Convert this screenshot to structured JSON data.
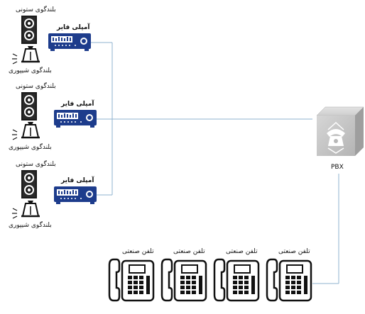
{
  "groups": [
    {
      "column_speaker_label": "بلندگوی ستونی",
      "horn_speaker_label": "بلندگوی شیپوری",
      "amplifier_label": "آمپلی فایر"
    },
    {
      "column_speaker_label": "بلندگوی ستونی",
      "horn_speaker_label": "بلندگوی شیپوری",
      "amplifier_label": "آمپلی فایر"
    },
    {
      "column_speaker_label": "بلندگوی ستونی",
      "horn_speaker_label": "بلندگوی شیپوری",
      "amplifier_label": "آمپلی فایر"
    }
  ],
  "pbx": {
    "label": "PBX"
  },
  "phones": [
    {
      "label": "تلفن صنعتی"
    },
    {
      "label": "تلفن صنعتی"
    },
    {
      "label": "تلفن صنعتی"
    },
    {
      "label": "تلفن صنعتی"
    }
  ],
  "colors": {
    "line": "#8fb3cf",
    "amplifier": "#1d3c8c",
    "device_black": "#111111",
    "pbx_face": "#c9c9c9"
  }
}
